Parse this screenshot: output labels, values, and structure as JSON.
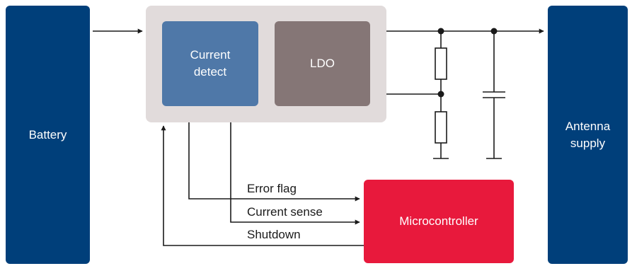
{
  "blocks": {
    "battery": {
      "label": "Battery",
      "color": "#003f7a"
    },
    "ic_package": {
      "color": "#e1dbdb"
    },
    "current_detect": {
      "label": "Current\ndetect",
      "color": "#4f78a8"
    },
    "ldo": {
      "label": "LDO",
      "color": "#857676"
    },
    "microcontroller": {
      "label": "Microcontroller",
      "color": "#e8193c"
    },
    "antenna_supply": {
      "label": "Antenna\nsupply",
      "color": "#003f7a"
    }
  },
  "signals": {
    "error_flag": "Error flag",
    "current_sense": "Current sense",
    "shutdown": "Shutdown"
  },
  "colors": {
    "wire": "#1a1a1a"
  }
}
